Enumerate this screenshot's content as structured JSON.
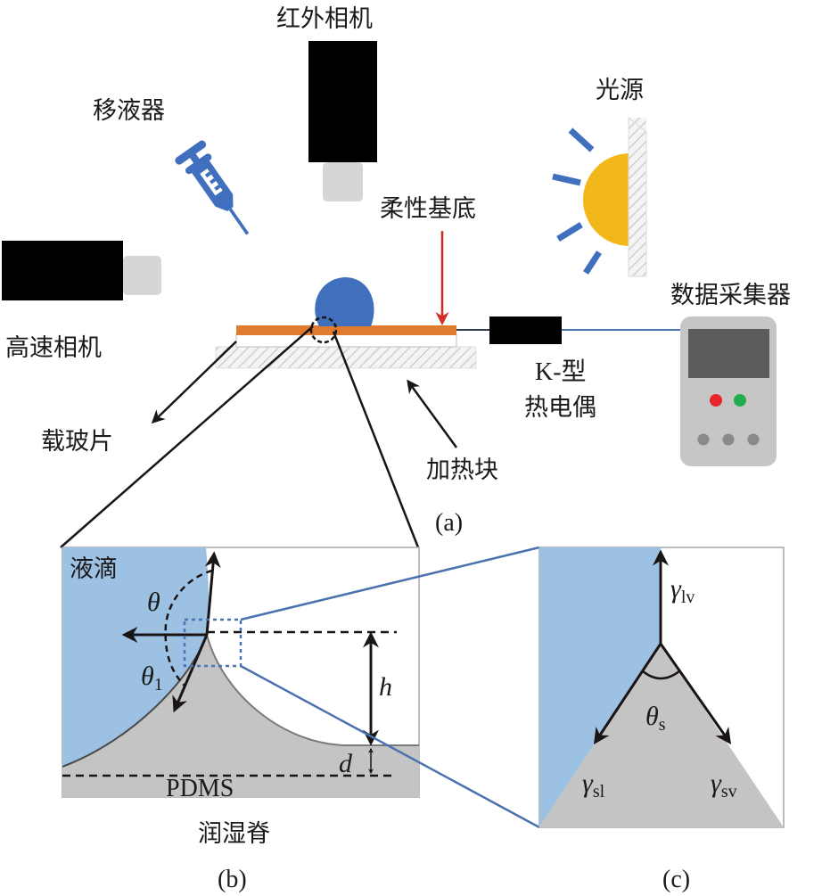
{
  "labels": {
    "ir_camera": "红外相机",
    "pipette": "移液器",
    "light_source": "光源",
    "flexible_substrate": "柔性基底",
    "high_speed_camera": "高速相机",
    "data_logger": "数据采集器",
    "glass_slide": "载玻片",
    "heating_block": "加热块",
    "thermocouple_line1": "K-型",
    "thermocouple_line2": "热电偶",
    "droplet": "液滴",
    "pdms": "PDMS",
    "wetting_ridge": "润湿脊"
  },
  "panels": {
    "a": "(a)",
    "b": "(b)",
    "c": "(c)"
  },
  "symbols": {
    "theta": "θ",
    "theta1_base": "θ",
    "theta1_sub": "1",
    "h": "h",
    "d": "d",
    "gamma_lv_base": "γ",
    "gamma_lv_sub": "lv",
    "gamma_sl_base": "γ",
    "gamma_sl_sub": "sl",
    "gamma_sv_base": "γ",
    "gamma_sv_sub": "sv",
    "theta_s_base": "θ",
    "theta_s_sub": "s"
  },
  "colors": {
    "droplet_blue": "#3f6fbd",
    "liquid_light_blue": "#9cc1e3",
    "substrate_orange": "#e07a2e",
    "arrow_red": "#d62a22",
    "sun_yellow": "#f2b71b",
    "pdms_gray": "#c4c4c4",
    "logger_body": "#c6c6c6",
    "logger_screen": "#5c5c5c",
    "led_red": "#e8262a",
    "led_green": "#1fae4b",
    "connector_blue": "#4a72b0"
  }
}
